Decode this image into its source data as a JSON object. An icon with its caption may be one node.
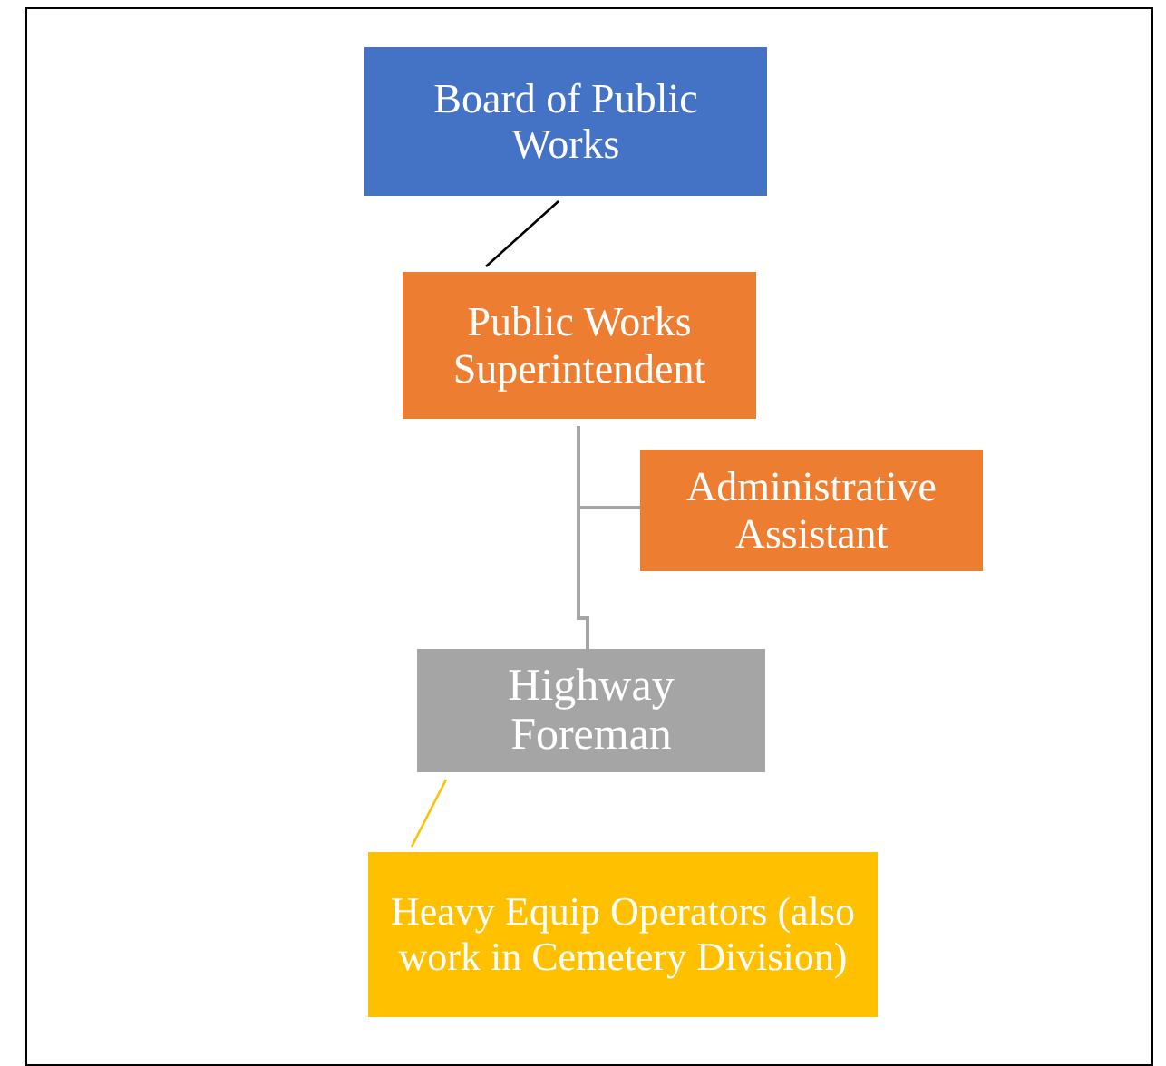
{
  "diagram": {
    "nodes": [
      {
        "text": [
          "Board of Public Works"
        ]
      },
      {
        "text": [
          "Public Works Superintendent"
        ]
      },
      {
        "text": [
          "Administrative Assistant"
        ]
      },
      {
        "text": [
          "Highway Foreman"
        ]
      },
      {
        "text": [
          "Heavy Equip Operators (also work in Cemetery Division)"
        ]
      }
    ],
    "edges": [
      {
        "from": 0,
        "to": 1,
        "arrow": "none",
        "color": "#000000"
      },
      {
        "from": 1,
        "to": 2,
        "arrow": "none"
      },
      {
        "from": 1,
        "to": 3,
        "arrow": "none"
      },
      {
        "from": 3,
        "to": 4,
        "arrow": "none",
        "color": "#ffc000"
      }
    ]
  }
}
